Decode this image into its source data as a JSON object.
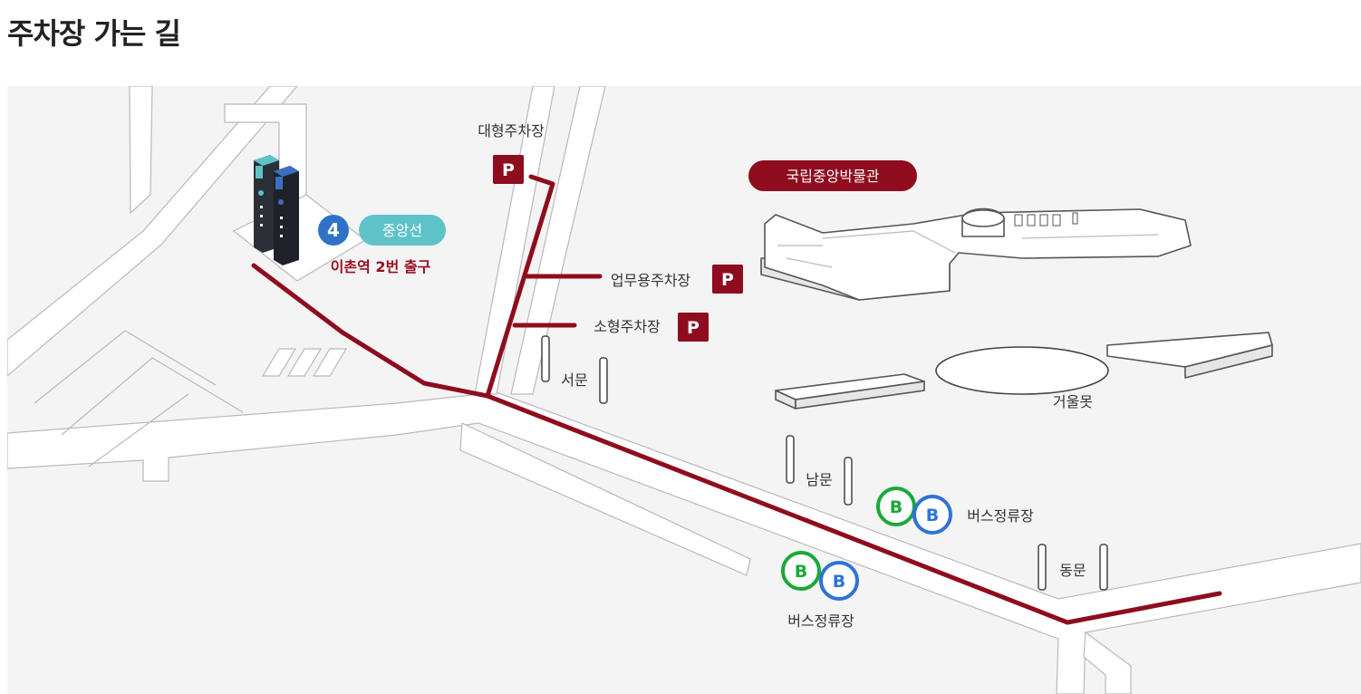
{
  "page_title": "주차장 가는 길",
  "subway": {
    "line_number": "4",
    "line_name": "중앙선",
    "exit_label": "이촌역 2번 출구",
    "line4_color": "#2f73c8",
    "jungang_color": "#5ec3c9"
  },
  "museum": {
    "label": "국립중앙박물관"
  },
  "parking": {
    "symbol": "P",
    "color": "#8e0c1e",
    "large": "대형주차장",
    "business": "업무용주차장",
    "small": "소형주차장"
  },
  "gates": {
    "west": "서문",
    "south": "남문",
    "east": "동문"
  },
  "pond": "거울못",
  "bus": {
    "symbol": "B",
    "green_color": "#1aa83a",
    "blue_color": "#2f73d6",
    "stop_label": "버스정류장"
  },
  "route_color": "#8e0c1e",
  "icons": {
    "parking": "parking-icon",
    "bus": "bus-stop-icon",
    "subway": "subway-station-icon"
  }
}
